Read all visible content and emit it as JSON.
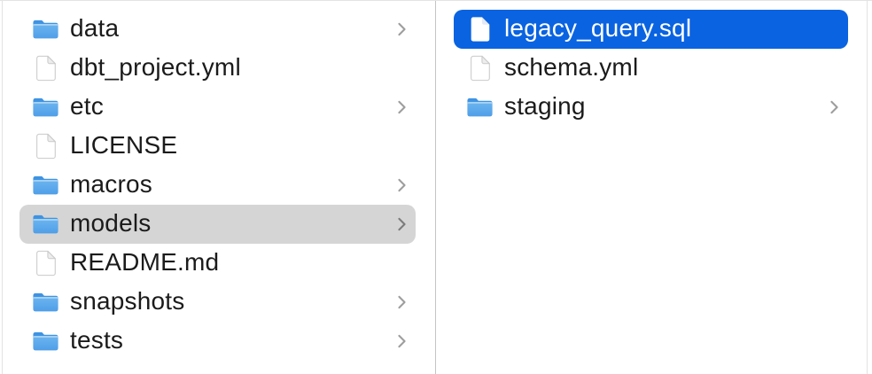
{
  "finder": {
    "view": "column-view",
    "columns": [
      {
        "id": "parent-folder",
        "items": [
          {
            "label": "data",
            "type": "folder",
            "chevron": true,
            "selected": false
          },
          {
            "label": "dbt_project.yml",
            "type": "file",
            "chevron": false,
            "selected": false
          },
          {
            "label": "etc",
            "type": "folder",
            "chevron": true,
            "selected": false
          },
          {
            "label": "LICENSE",
            "type": "file",
            "chevron": false,
            "selected": false
          },
          {
            "label": "macros",
            "type": "folder",
            "chevron": true,
            "selected": false
          },
          {
            "label": "models",
            "type": "folder",
            "chevron": true,
            "selected": true,
            "selection_style": "inactive"
          },
          {
            "label": "README.md",
            "type": "file",
            "chevron": false,
            "selected": false
          },
          {
            "label": "snapshots",
            "type": "folder",
            "chevron": true,
            "selected": false
          },
          {
            "label": "tests",
            "type": "folder",
            "chevron": true,
            "selected": false
          }
        ]
      },
      {
        "id": "models-contents",
        "items": [
          {
            "label": "legacy_query.sql",
            "type": "file",
            "chevron": false,
            "selected": true,
            "selection_style": "active"
          },
          {
            "label": "schema.yml",
            "type": "file",
            "chevron": false,
            "selected": false
          },
          {
            "label": "staging",
            "type": "folder",
            "chevron": true,
            "selected": false
          }
        ]
      }
    ],
    "colors": {
      "selection_active": "#0a63e1",
      "selection_inactive": "#d5d5d5",
      "text": "#1b1b1b",
      "text_selected": "#ffffff",
      "chevron": "#9d9d9d",
      "chevron_on_gray": "#7b7b7b",
      "divider": "#c4c4c4",
      "edge_line": "#e3e3e3",
      "folder_back": "#3f93e2",
      "folder_front_top": "#6cb5ef",
      "folder_front_bottom": "#4f9ee8",
      "doc_fill": "#ffffff",
      "doc_border": "#c9c9c9",
      "doc_fold": "#ededed"
    }
  }
}
